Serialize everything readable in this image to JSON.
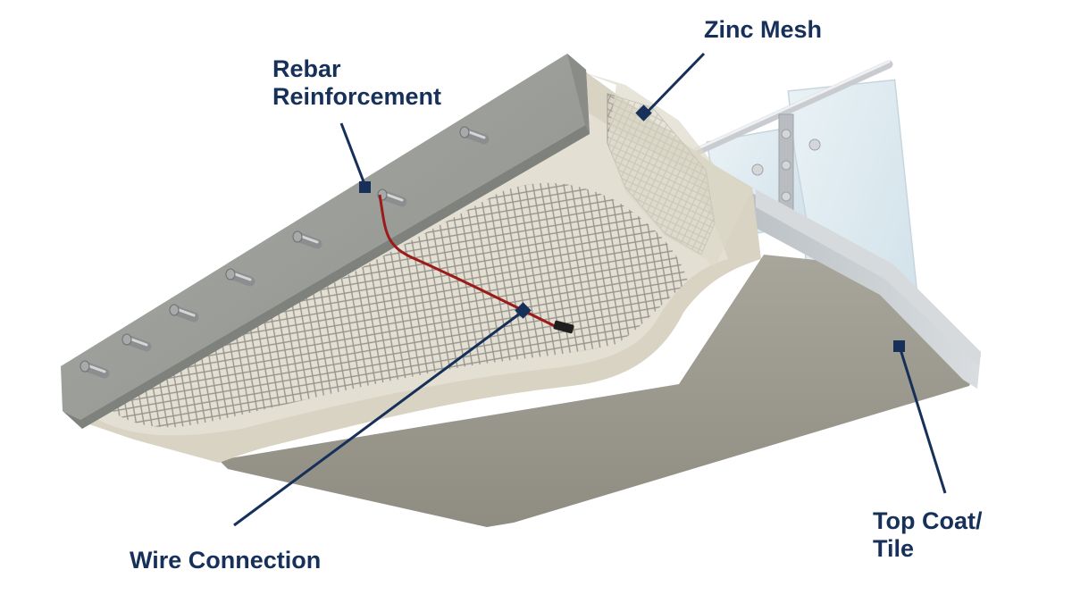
{
  "labels": {
    "zinc_mesh": "Zinc Mesh",
    "rebar_line1": "Rebar",
    "rebar_line2": "Reinforcement",
    "wire_connection": "Wire Connection",
    "top_coat_line1": "Top Coat/",
    "top_coat_line2": "Tile"
  },
  "colors": {
    "label_text": "#16305a",
    "leader_line": "#16305a",
    "wire": "#9b1b1b",
    "concrete": "#9a9c98",
    "mortar": "#d9d5c8",
    "top_coat_bottom": "#9c9a8f",
    "top_coat_edge": "#c9ced1"
  }
}
